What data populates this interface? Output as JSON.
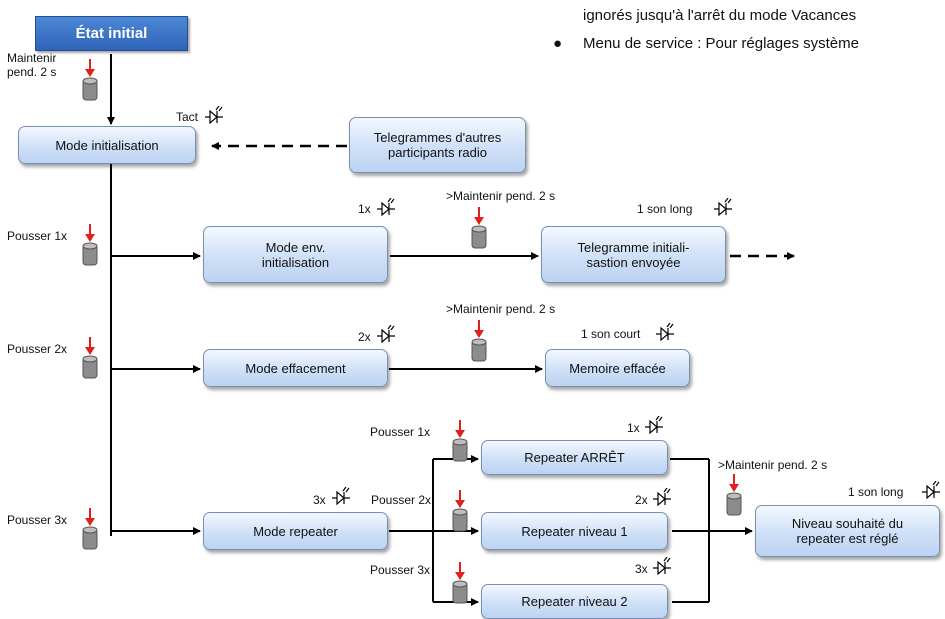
{
  "header": {
    "line1": "ignorés jusqu'à l'arrêt du mode Vacances",
    "line2": "Menu de service : Pour réglages système",
    "bullet": "●"
  },
  "title": "État initial",
  "labels": {
    "hold_initial": "Maintenir\npend. 2 s",
    "tact": "Tact",
    "push1": "Pousser 1x",
    "push2": "Pousser 2x",
    "push3": "Pousser 3x",
    "hold": ">Maintenir pend. 2 s",
    "x1": "1x",
    "x2": "2x",
    "x3": "3x",
    "son_long": "1 son long",
    "son_court": "1 son court"
  },
  "boxes": {
    "mode_init": "Mode initialisation",
    "other_tele": "Telegrammes d'autres\nparticipants radio",
    "mode_env": "Mode env.\ninitialisation",
    "tele_sent": "Telegramme initiali-\nsastion envoyée",
    "mode_eff": "Mode effacement",
    "mem_eff": "Memoire effacée",
    "mode_rep": "Mode repeater",
    "rep_off": "Repeater ARRÊT",
    "rep_n1": "Repeater niveau 1",
    "rep_n2": "Repeater niveau 2",
    "rep_set": "Niveau souhaité du\nrepeater est réglé"
  },
  "colors": {
    "arrow_red": "#e0201c",
    "box_border": "#7a8fb0",
    "title_bg": "#2e64b8"
  }
}
